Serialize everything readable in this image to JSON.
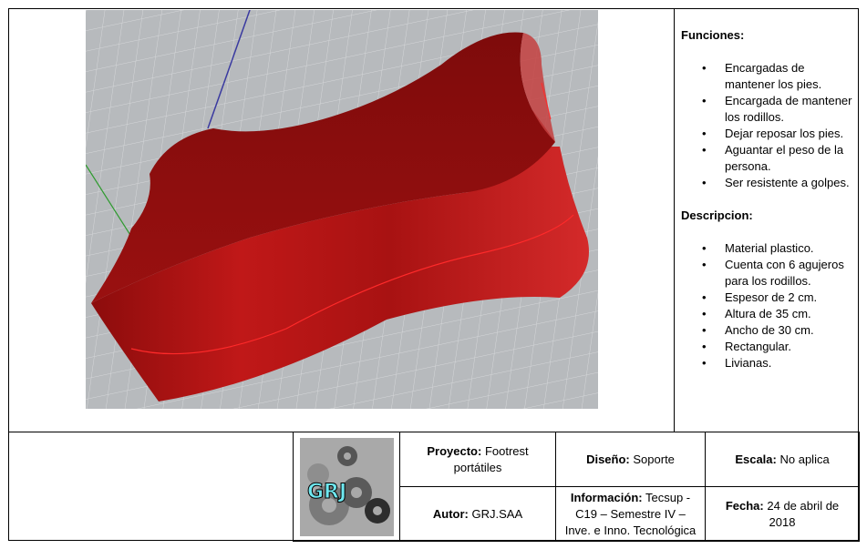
{
  "render": {
    "icon": "3d-footrest-render",
    "colors": {
      "grid_bg": "#b9bcbf",
      "shape": "#a01010",
      "edge": "#e02020"
    }
  },
  "sidebar": {
    "funciones_heading": "Funciones:",
    "funciones": [
      "Encargadas de mantener los pies.",
      "Encargada de mantener los rodillos.",
      "Dejar reposar los pies.",
      "Aguantar el peso de la persona.",
      "Ser resistente a golpes."
    ],
    "descripcion_heading": "Descripcion:",
    "descripcion": [
      "Material plastico.",
      "Cuenta con 6 agujeros para los rodillos.",
      "Espesor de 2 cm.",
      "Altura de 35 cm.",
      "Ancho de 30 cm.",
      "Rectangular.",
      "Livianas."
    ],
    "bullet": "•"
  },
  "title_block": {
    "logo": {
      "text": "GRJ",
      "icon": "gears-logo"
    },
    "proyecto_label": "Proyecto:",
    "proyecto_value": "Footrest portátiles",
    "diseno_label": "Diseño:",
    "diseno_value": "Soporte",
    "escala_label": "Escala:",
    "escala_value": "No aplica",
    "autor_label": "Autor:",
    "autor_value": "GRJ.SAA",
    "informacion_label": "Información:",
    "informacion_value": "Tecsup - C19 – Semestre IV – Inve. e Inno. Tecnológica",
    "fecha_label": "Fecha:",
    "fecha_value": "24 de abril de 2018"
  }
}
